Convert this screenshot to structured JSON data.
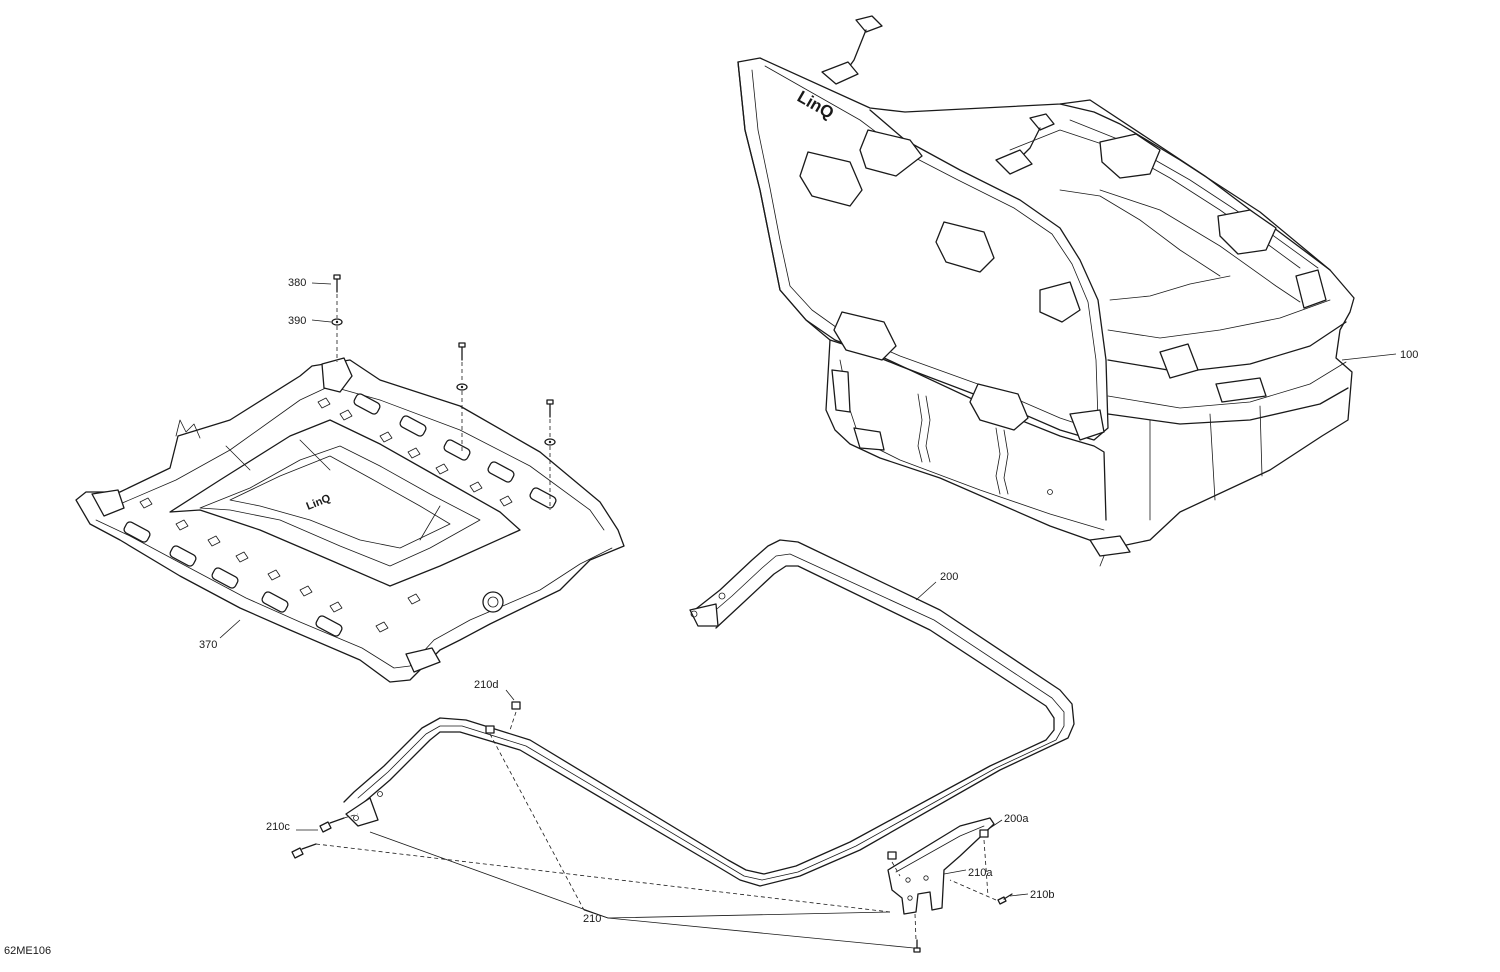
{
  "diagram": {
    "drawing_code": "62ME106",
    "callouts": {
      "c100": "100",
      "c200": "200",
      "c200a": "200a",
      "c210": "210",
      "c210a": "210a",
      "c210b": "210b",
      "c210c": "210c",
      "c210d": "210d",
      "c370": "370",
      "c380": "380",
      "c390": "390"
    },
    "logo_text": "LinQ"
  }
}
